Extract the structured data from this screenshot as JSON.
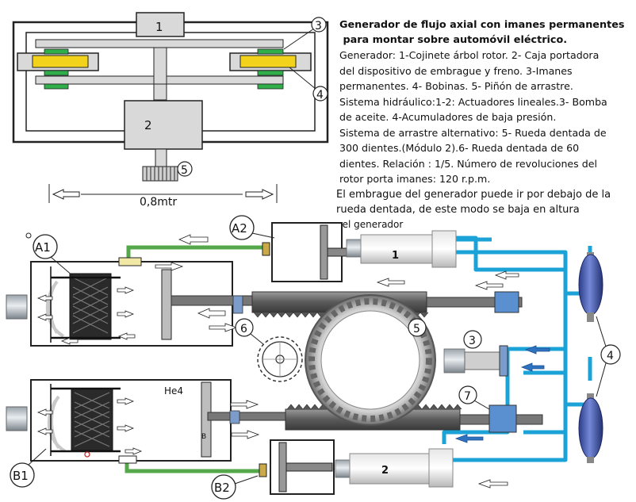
{
  "generator_panel": {
    "labels": [
      "1",
      "2",
      "3",
      "4",
      "5"
    ],
    "dimension": "0,8mtr"
  },
  "description": {
    "title_lines": [
      "Generador de flujo axial con imanes permanentes",
      " para montar sobre automóvil eléctrico."
    ],
    "lines": [
      "Generador: 1-Cojinete árbol rotor. 2- Caja portadora",
      "del dispositivo de embrague y freno. 3-Imanes",
      "permanentes. 4- Bobinas. 5- Piñón de arrastre.",
      "Sistema hidráulico:1-2: Actuadores lineales.3- Bomba",
      "de aceite. 4-Acumuladores de baja presión.",
      "Sistema de arrastre alternativo: 5- Rueda dentada de",
      "300 dientes.(Módulo 2).6- Rueda dentada de 60",
      "dientes. Relación : 1/5. Número de revoluciones del",
      "rotor porta imanes: 120 r.p.m."
    ],
    "note_lines": [
      "El embrague del generador puede ir por debajo de la",
      "rueda dentada, de este modo se baja en altura",
      "  el generador"
    ]
  },
  "hydraulic_diagram": {
    "cylinder_labels": {
      "a1": "A1",
      "a2": "A2",
      "b1": "B1",
      "b2": "B2"
    },
    "gas_label": "He4",
    "piston_b_label": "B",
    "actuator_labels": {
      "top": "1",
      "bottom": "2"
    },
    "component_labels": {
      "small_gear": "6",
      "big_gear": "5",
      "pump": "3",
      "valve": "7",
      "accumulators": "4"
    },
    "colors": {
      "hydraulic_line": "#1ba3d8",
      "gas_line": "#55a84a",
      "accumulator": "#3f56a8",
      "magnet": "#f2d21a",
      "coil": "#2fae4a",
      "valve": "#5a8fd0"
    }
  }
}
